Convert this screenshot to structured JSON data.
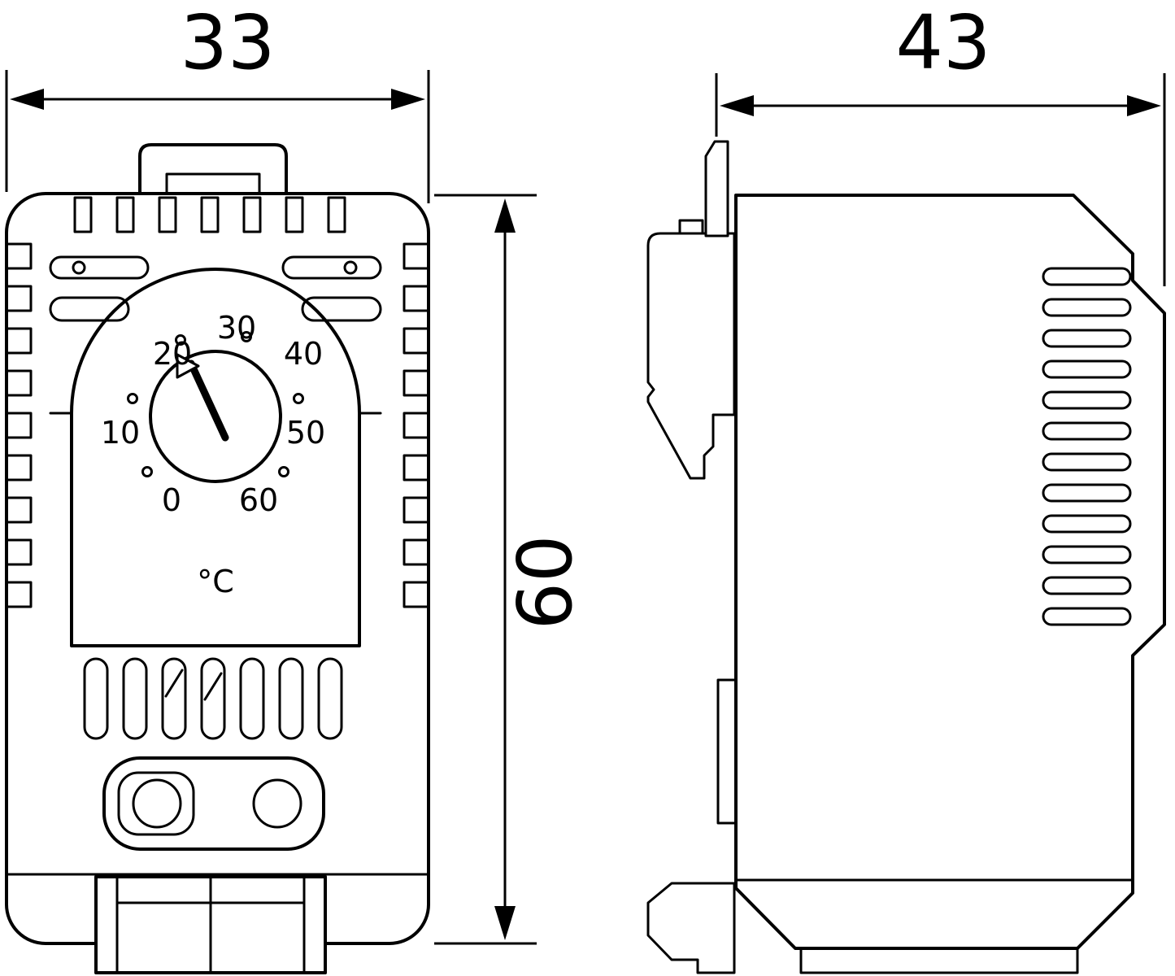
{
  "drawing": {
    "background": "#ffffff",
    "line_color": "#000000",
    "type": "technical-dimension-drawing",
    "subject": "enclosure-thermostat-two-views",
    "dimensions": {
      "front_width": "33",
      "side_depth": "43",
      "height": "60"
    },
    "front_view": {
      "dial": {
        "unit": "°C",
        "scale": [
          "0",
          "10",
          "20",
          "30",
          "40",
          "50",
          "60"
        ]
      }
    }
  }
}
